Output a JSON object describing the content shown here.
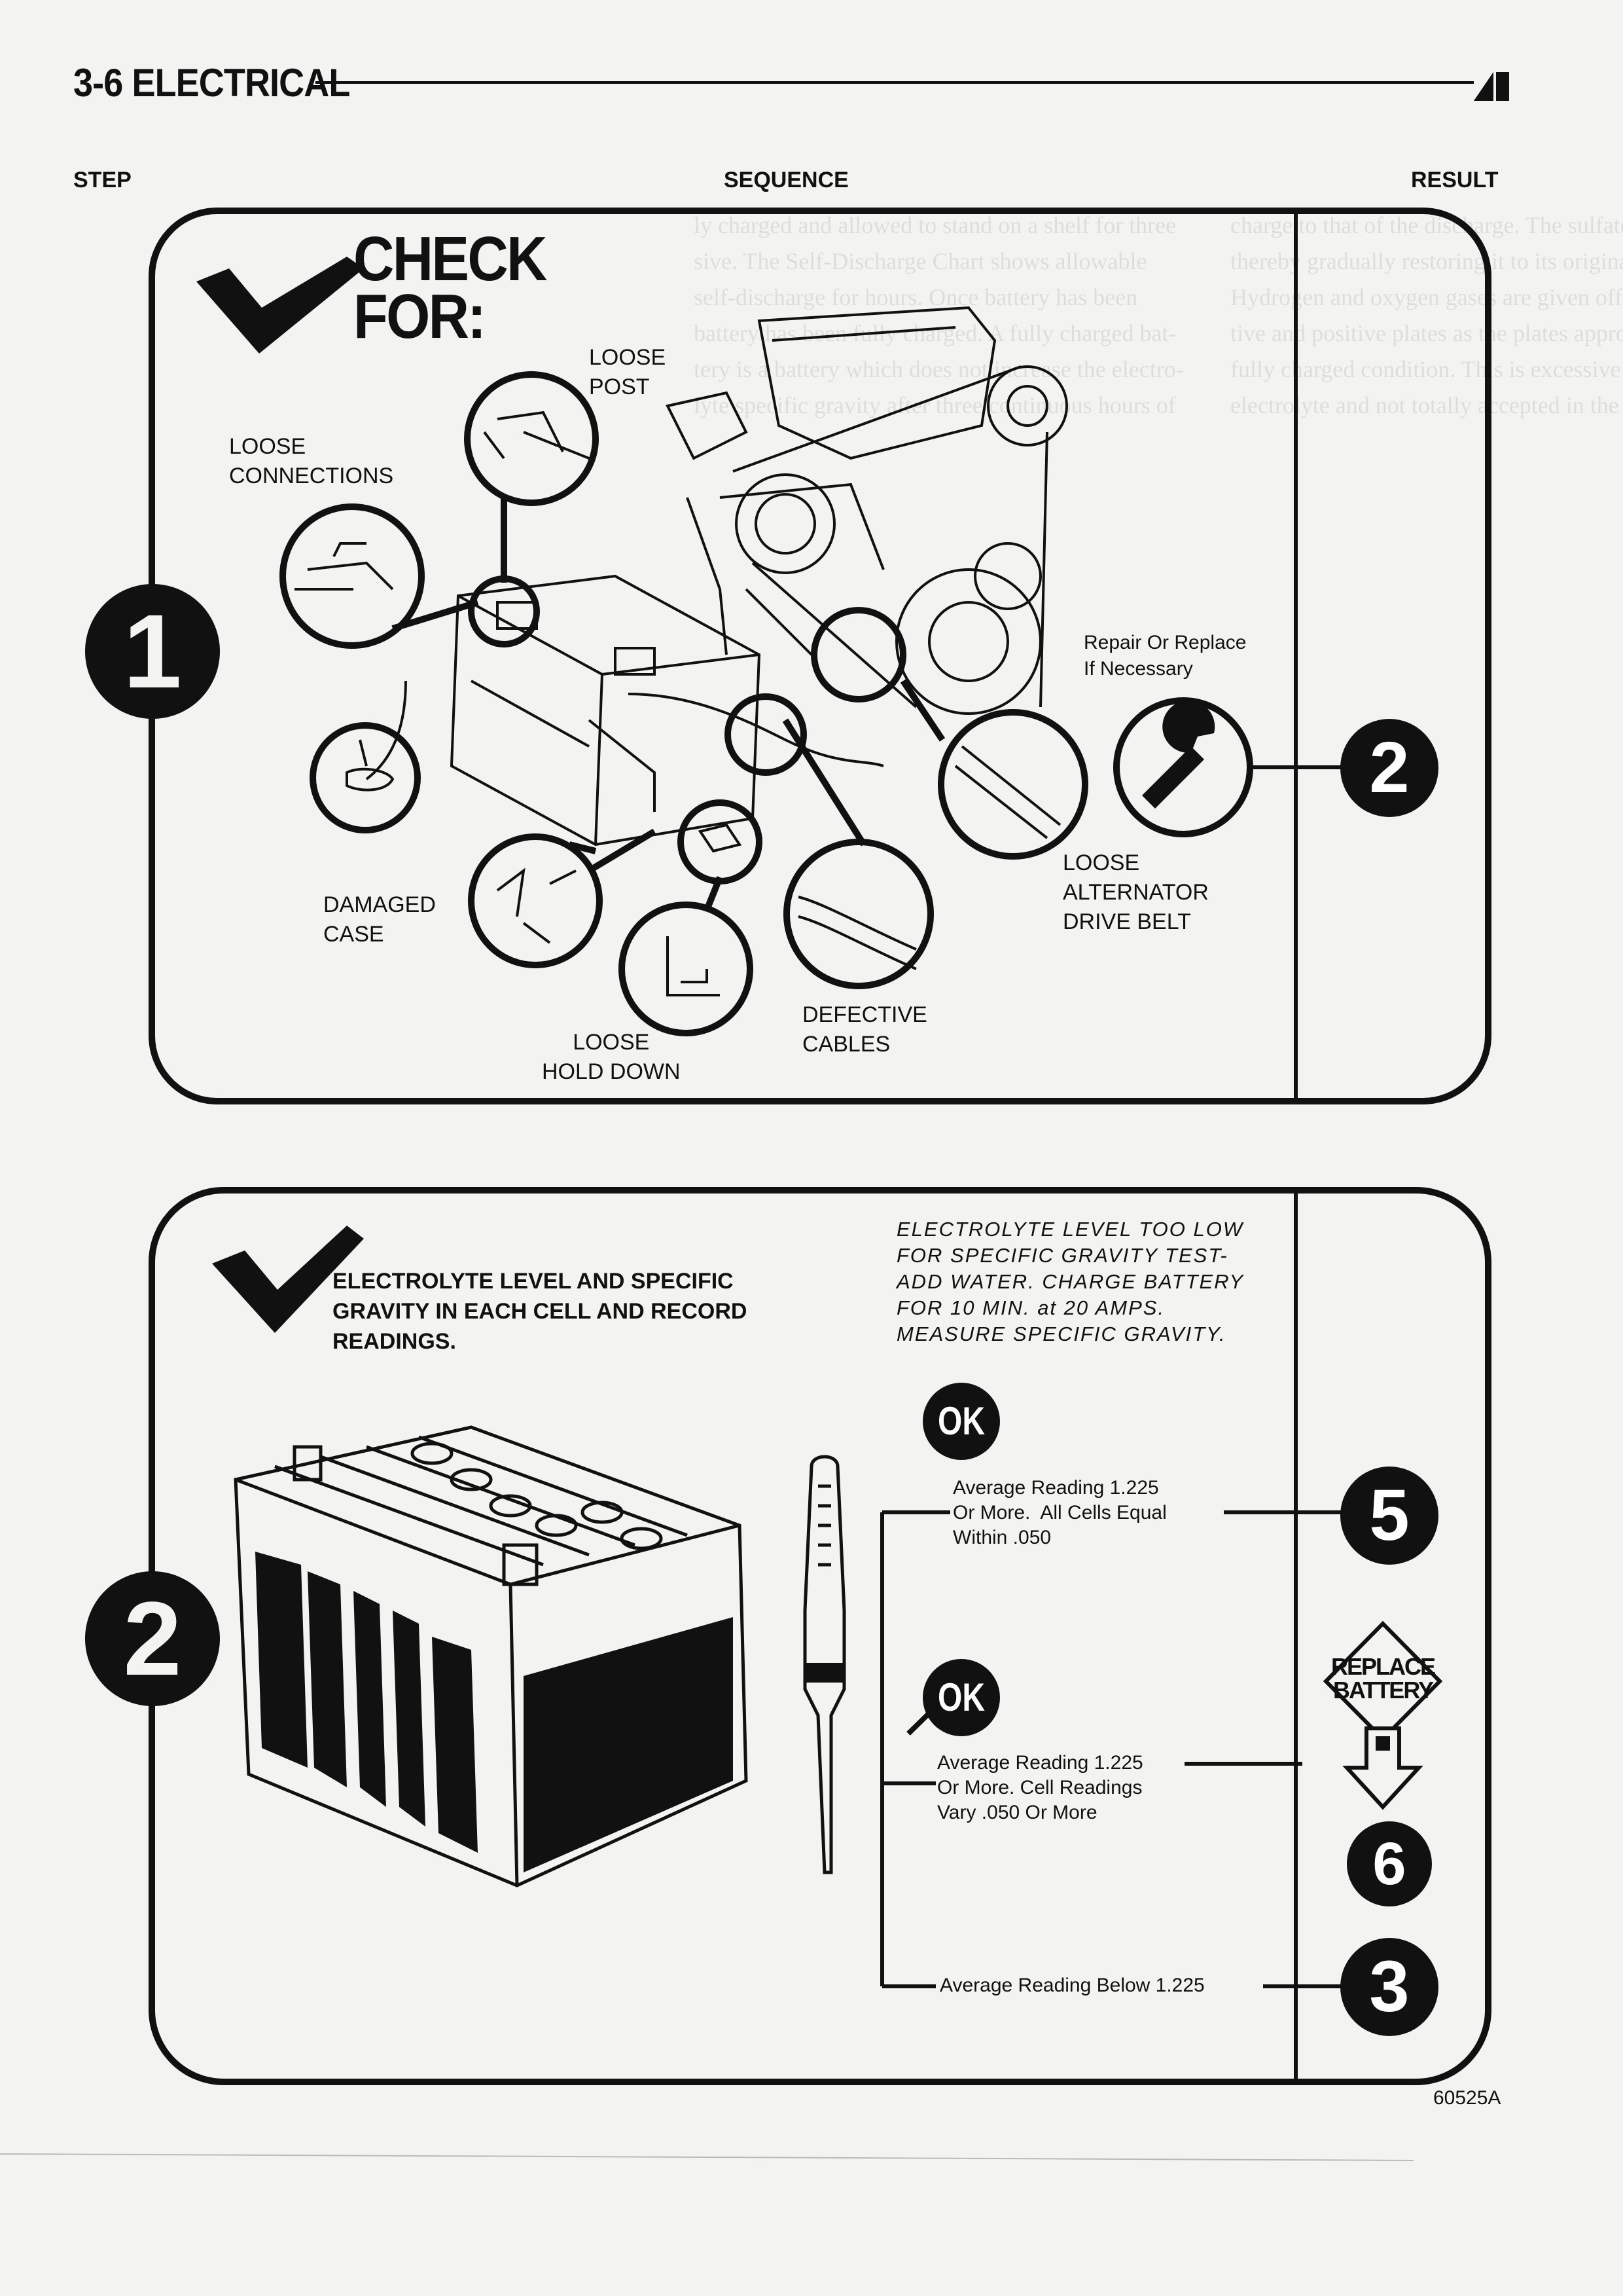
{
  "header": {
    "title": "3-6 ELECTRICAL"
  },
  "columns": {
    "step": "STEP",
    "sequence": "SEQUENCE",
    "result": "RESULT"
  },
  "panel1": {
    "step_number": "1",
    "check_word": "CHECK\nFOR:",
    "labels": {
      "loose_post": "LOOSE\nPOST",
      "loose_connections": "LOOSE\nCONNECTIONS",
      "damaged_case": "DAMAGED\nCASE",
      "loose_hold_down": "LOOSE\nHOLD DOWN",
      "defective_cables": "DEFECTIVE\nCABLES",
      "loose_belt": "LOOSE\nALTERNATOR\nDRIVE BELT",
      "repair": "Repair Or Replace\nIf Necessary"
    },
    "result_number": "2"
  },
  "panel2": {
    "step_number": "2",
    "instruction": "ELECTROLYTE LEVEL AND SPECIFIC\nGRAVITY IN EACH CELL AND RECORD\nREADINGS.",
    "low_level_note": "ELECTROLYTE LEVEL TOO LOW\nFOR SPECIFIC GRAVITY TEST-\nADD WATER. CHARGE BATTERY\nFOR 10 MIN. at 20 AMPS.\nMEASURE SPECIFIC GRAVITY.",
    "ok_label": "OK",
    "not_ok_label": "OK",
    "reading_ok": "Average Reading 1.225\nOr More.  All Cells Equal\nWithin .050",
    "reading_vary": "Average Reading 1.225\nOr More. Cell Readings\nVary .050 Or More",
    "reading_below": "Average Reading Below 1.225",
    "result_5": "5",
    "result_6": "6",
    "result_3": "3",
    "replace_battery": "REPLACE\nBATTERY"
  },
  "figure_code": "60525A",
  "background_ghost_text": [
    "ly charged and allowed to stand on a shelf for three",
    "sive. The Self-Discharge Chart shows allowable",
    "self-discharge for hours. Once battery has been",
    "battery has been fully charged. A fully charged bat-",
    "tery is a battery which does not increase the electro-",
    "lyte specific gravity after three continuous hours of",
    "charge to that of the discharge. The sulfate is expell-",
    "thereby gradually restoring it to its original strength.",
    "Hydrogen and oxygen gases are given off at the nega-",
    "tive and positive plates as the plates approach the",
    "fully charged condition. This is excessive gassing of",
    "electrolyte and not totally accepted in the process."
  ]
}
